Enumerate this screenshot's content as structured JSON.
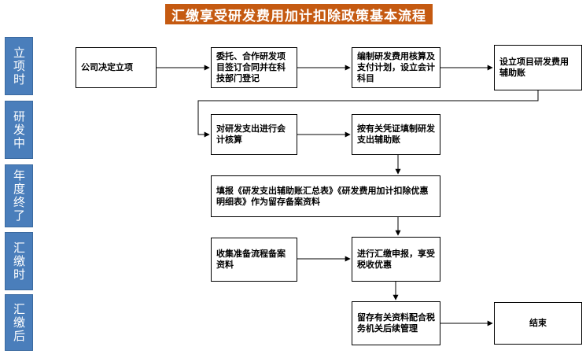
{
  "title": "汇缴享受研发费用加计扣除政策基本流程",
  "stages": [
    {
      "label": "立项时"
    },
    {
      "label": "研发中"
    },
    {
      "label": "年度终了"
    },
    {
      "label": "汇缴时"
    },
    {
      "label": "汇缴后"
    }
  ],
  "steps": {
    "decide": "公司决定立项",
    "contract": "委托、合作研发项目签订合同并在科技部门登记",
    "budget": "编制研发费用核算及支付计划，设立会计科目",
    "ledger": "设立项目研发费用辅助账",
    "accounting": "对研发支出进行会计核算",
    "voucher": "按有关凭证填制研发支出辅助账",
    "report": "填报《研发支出辅助账汇总表》《研发费用加计扣除优惠明细表》作为留存备案资料",
    "collect": "收集准备流程备案资料",
    "declare": "进行汇缴申报，享受税收优惠",
    "retain": "留存有关资料配合税务机关后续管理",
    "end": "结束"
  }
}
